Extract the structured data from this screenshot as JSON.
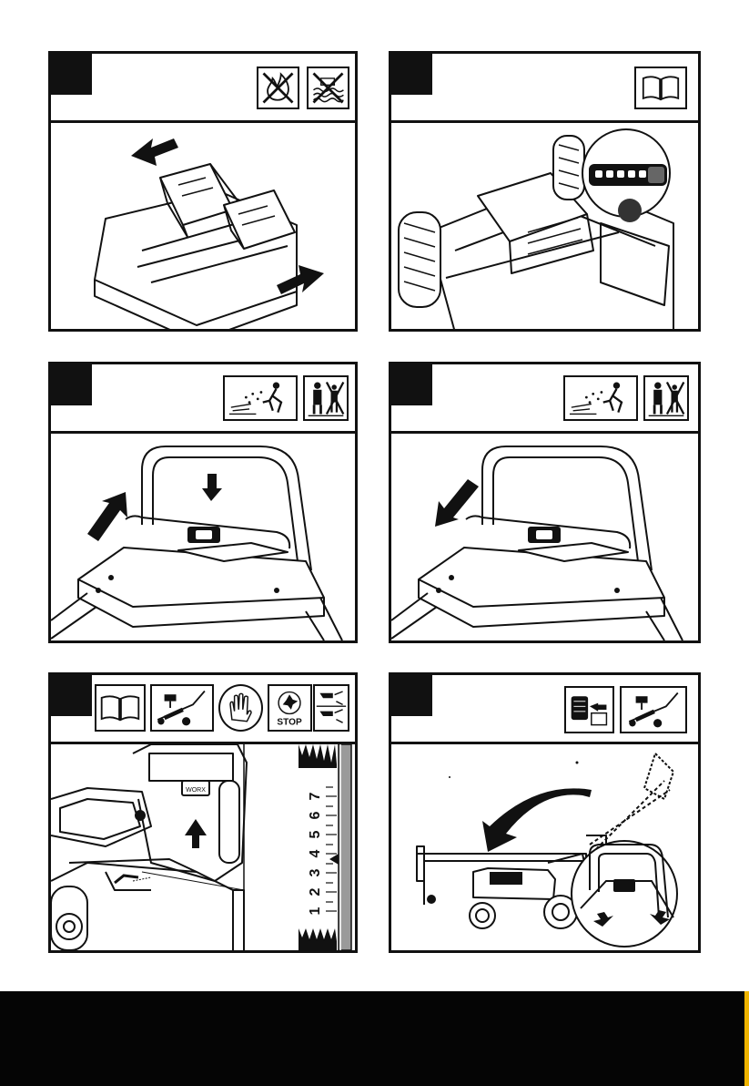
{
  "page": {
    "background": "#ffffff",
    "ink": "#111111",
    "footer_color": "#050505",
    "edge_accent": "#f0b400"
  },
  "panels": [
    {
      "id": "charge-battery",
      "symbols": [
        "no-fire-icon",
        "no-water-icon"
      ]
    },
    {
      "id": "battery-indicator",
      "symbols": [
        "read-manual-icon"
      ],
      "indicator_segments": 5
    },
    {
      "id": "start-lever",
      "symbols": [
        "thrown-objects-warning-icon",
        "keep-bystanders-away-icon"
      ]
    },
    {
      "id": "release-lever",
      "symbols": [
        "thrown-objects-warning-icon",
        "keep-bystanders-away-icon"
      ]
    },
    {
      "id": "cutting-height",
      "symbols": [
        "read-manual-icon",
        "remove-key-icon",
        "wear-gloves-icon",
        "blade-stop-icon",
        "hand-hazard-icon"
      ],
      "stop_label": "STOP",
      "height_scale": [
        "1",
        "2",
        "3",
        "4",
        "5",
        "6",
        "7"
      ]
    },
    {
      "id": "fold-handle",
      "symbols": [
        "remove-battery-icon",
        "remove-key-icon"
      ]
    }
  ]
}
